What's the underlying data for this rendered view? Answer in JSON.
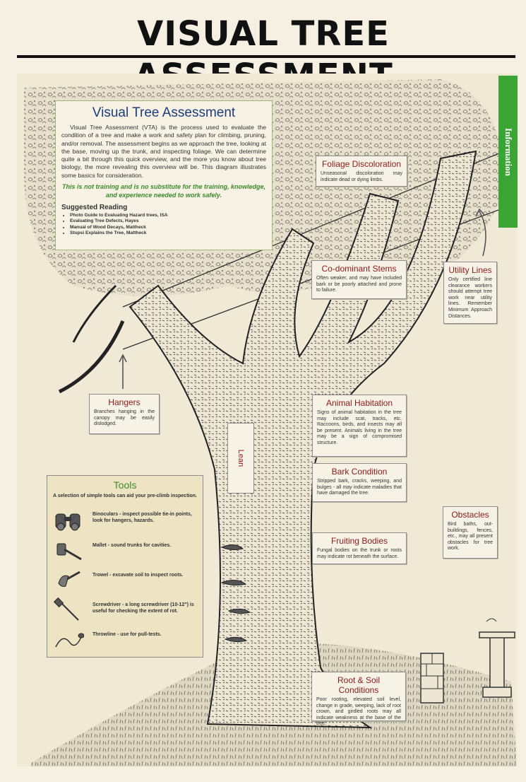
{
  "poster": {
    "title": "VISUAL TREE ASSESSMENT",
    "tab_label": "Information"
  },
  "intro": {
    "title": "Visual Tree Assessment",
    "body": "Visual Tree Assessment (VTA) is the process used to evaluate the condition of a tree and make a work and safety plan for climbing, pruning, and/or removal. The assessment begins as we approach the tree, looking at the base, moving up the trunk, and inspecting foliage. We can determine quite a bit through this quick overview, and the more you know about tree biology, the more revealing this overview will be. This diagram illustrates some basics for consideration.",
    "warning": "This is not training and is no substitute for the training, knowledge, and experience needed to work safely.",
    "reading_title": "Suggested Reading",
    "reading": [
      "Photo Guide to Evaluating Hazard trees, ISA",
      "Evaluating Tree Defects, Hayes",
      "Manual of Wood Decays, Mattheck",
      "Stupsi Explains the Tree, Mattheck"
    ]
  },
  "callouts": {
    "foliage": {
      "title": "Foliage Discoloration",
      "body": "Unseasonal discoloration may indicate dead or dying limbs."
    },
    "codominant": {
      "title": "Co-dominant Stems",
      "body": "Often weaker, and may have included bark or be poorly attached and prone to failure."
    },
    "utility": {
      "title": "Utility Lines",
      "body": "Only certified line clearance workers should attempt tree work near utility lines. Remember Minimum Approach Distances."
    },
    "hangers": {
      "title": "Hangers",
      "body": "Branches hanging in the canopy may be easily dislodged."
    },
    "animal": {
      "title": "Animal Habitation",
      "body": "Signs of animal habitation in the tree may include scat, tracks, etc. Raccoons, birds, and insects may all be present. Animals living in the tree may be a sign of compromised structure."
    },
    "bark": {
      "title": "Bark Condition",
      "body": "Stripped bark, cracks, weeping, and bulges - all may indicate maladies that have damaged the tree."
    },
    "obstacles": {
      "title": "Obstacles",
      "body": "Bird baths, out-buildings, fences, etc., may all present obstacles for tree work."
    },
    "fruiting": {
      "title": "Fruiting Bodies",
      "body": "Fungal bodies on the trunk or roots may indicate rot beneath the surface."
    },
    "roots": {
      "title": "Root & Soil Conditions",
      "body": "Poor rooting, elevated soil level, change in grade, weeping, lack of root crown, and girdled roots may all indicate weakness at the base of the tree."
    }
  },
  "lean_label": "Lean",
  "tools": {
    "title": "Tools",
    "intro": "A selection of simple tools can aid your pre-climb inspection.",
    "items": [
      {
        "icon": "binoculars-icon",
        "text": "Binoculars - inspect possible tie-in points, look for hangers, hazards."
      },
      {
        "icon": "mallet-icon",
        "text": "Mallet - sound trunks for cavities."
      },
      {
        "icon": "trowel-icon",
        "text": "Trowel - excavate soil to inspect roots."
      },
      {
        "icon": "screwdriver-icon",
        "text": "Screwdriver - a long screwdriver (10-12\") is useful for checking the extent of rot."
      },
      {
        "icon": "throwline-icon",
        "text": "Throwline - use for pull-tests."
      }
    ]
  },
  "colors": {
    "accent_green": "#3aa535",
    "title_blue": "#1d3d7a",
    "callout_red": "#8b1a1a"
  }
}
